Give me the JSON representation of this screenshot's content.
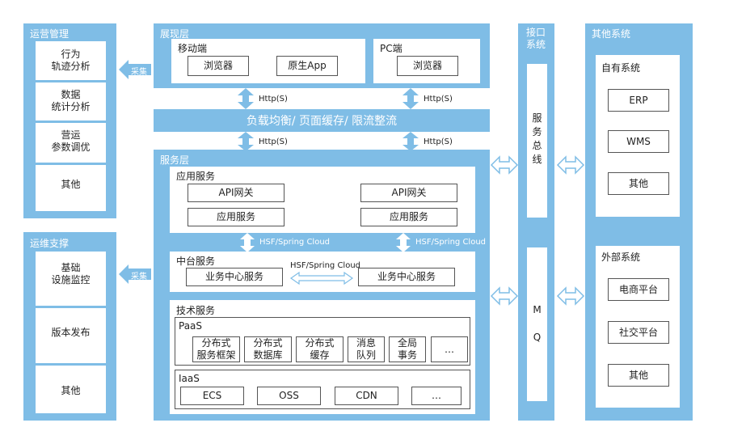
{
  "ops": {
    "title": "运营管理",
    "items": [
      "行为\n轨迹分析",
      "数据\n统计分析",
      "营运\n参数调优",
      "其他"
    ]
  },
  "maint": {
    "title": "运维支撑",
    "items": [
      "基础\n设施监控",
      "版本发布",
      "其他"
    ]
  },
  "collect": [
    "采集",
    "采集"
  ],
  "presentation": {
    "title": "展现层",
    "mobile": {
      "title": "移动端",
      "items": [
        "浏览器",
        "原生App"
      ]
    },
    "pc": {
      "title": "PC端",
      "items": [
        "浏览器"
      ]
    }
  },
  "http": [
    "Http(S)",
    "Http(S)",
    "Http(S)",
    "Http(S)"
  ],
  "lb_banner": "负载均衡/ 页面缓存/ 限流整流",
  "service": {
    "title": "服务层",
    "app": {
      "title": "应用服务",
      "items": [
        "API网关",
        "API网关",
        "应用服务",
        "应用服务"
      ]
    },
    "hsf": [
      "HSF/Spring Cloud",
      "HSF/Spring Cloud",
      "HSF/Spring Cloud"
    ],
    "middle": {
      "title": "中台服务",
      "items": [
        "业务中心服务",
        "业务中心服务"
      ]
    },
    "tech": {
      "title": "技术服务",
      "paas": {
        "title": "PaaS",
        "items": [
          "分布式\n服务框架",
          "分布式\n数据库",
          "分布式\n缓存",
          "消息\n队列",
          "全局\n事务",
          "…"
        ]
      },
      "iaas": {
        "title": "IaaS",
        "items": [
          "ECS",
          "OSS",
          "CDN",
          "…"
        ]
      }
    }
  },
  "interface": {
    "title": "接口\n系统",
    "bus": "服\n务\n总\n线",
    "mq": "M\n\nQ"
  },
  "other": {
    "title": "其他系统",
    "own": {
      "title": "自有系统",
      "items": [
        "ERP",
        "WMS",
        "其他"
      ]
    },
    "external": {
      "title": "外部系统",
      "items": [
        "电商平台",
        "社交平台",
        "其他"
      ]
    }
  },
  "colors": {
    "panel": "#7fbde6",
    "panel_dark": "#6aaedc",
    "arrow_fill": "#ffffff"
  }
}
